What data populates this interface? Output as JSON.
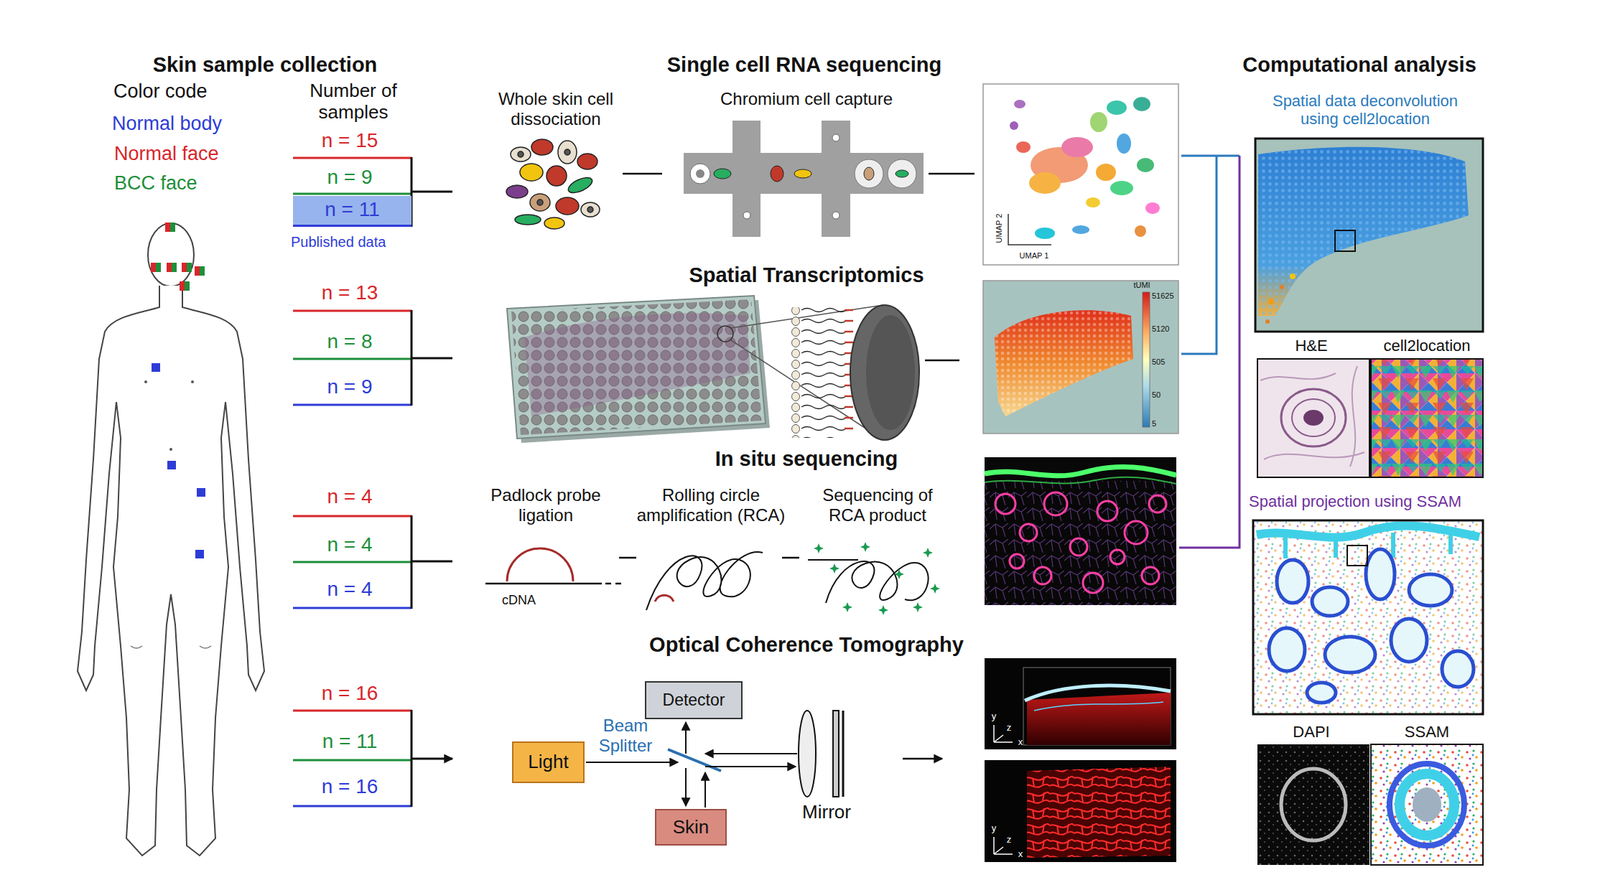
{
  "diagram": {
    "nodes": [
      {
        "text": [
          "n = 11"
        ]
      },
      {
        "text": [
          "Detector"
        ]
      },
      {
        "text": [
          "Light"
        ]
      },
      {
        "text": [
          "Skin"
        ]
      }
    ],
    "labels": [
      "Skin sample collection",
      "Color code",
      "Number of samples",
      "n = 15",
      "n = 9",
      "Published data",
      "n = 13",
      "n = 8",
      "n = 9",
      "n = 4",
      "n = 4",
      "n = 4",
      "n = 16",
      "n = 11",
      "n = 16",
      "Single cell RNA sequencing",
      "Whole skin cell dissociation",
      "Chromium cell capture",
      "UMAP 2",
      "UMAP 1",
      "Spatial Transcriptomics",
      "tUMI",
      "51625",
      "5120",
      "505",
      "50",
      "5",
      "In situ sequencing",
      "Padlock probe ligation",
      "Rolling circle amplification (RCA)",
      "Sequencing of RCA product",
      "cDNA",
      "Optical Coherence Tomography",
      "Beam Splitter",
      "Mirror",
      "y",
      "z",
      "x",
      "y",
      "z",
      "x",
      "Computational analysis",
      "Spatial data deconvolution using cell2location",
      "H&E",
      "cell2location",
      "Spatial projection using SSAM",
      "DAPI",
      "SSAM"
    ],
    "legend": [
      {
        "text": "Normal body",
        "color": "#2e3cd6"
      },
      {
        "text": "Normal face",
        "color": "#d8262b"
      },
      {
        "text": "BCC face",
        "color": "#1d8f3a"
      }
    ]
  }
}
